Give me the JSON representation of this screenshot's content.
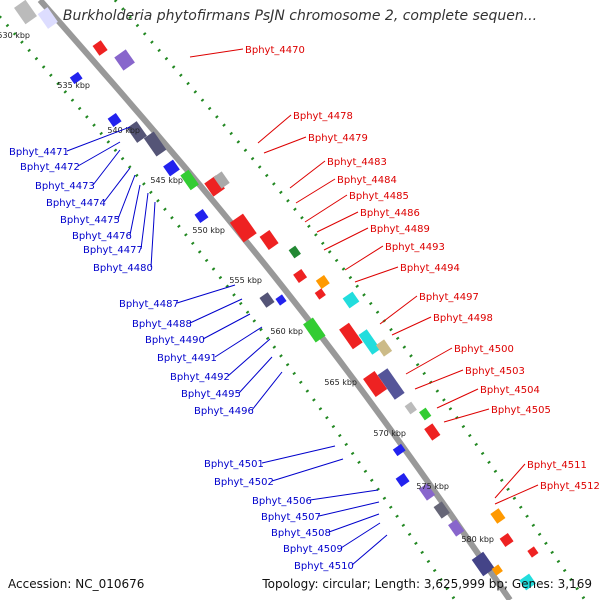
{
  "title": "Burkholderia phytofirmans PsJN chromosome 2, complete sequen...",
  "accession": "Accession: NC_010676",
  "summary": "Topology: circular; Length: 3,625,999 bp; Genes: 3,169",
  "ticks": [
    "530 kbp",
    "535 kbp",
    "540 kbp",
    "545 kbp",
    "550 kbp",
    "555 kbp",
    "560 kbp",
    "565 kbp",
    "570 kbp",
    "575 kbp",
    "580 kbp"
  ],
  "genes_forward": [
    "Bphyt_4470",
    "Bphyt_4478",
    "Bphyt_4479",
    "Bphyt_4483",
    "Bphyt_4484",
    "Bphyt_4485",
    "Bphyt_4486",
    "Bphyt_4489",
    "Bphyt_4493",
    "Bphyt_4494",
    "Bphyt_4497",
    "Bphyt_4498",
    "Bphyt_4500",
    "Bphyt_4503",
    "Bphyt_4504",
    "Bphyt_4505",
    "Bphyt_4511",
    "Bphyt_4512"
  ],
  "genes_reverse": [
    "Bphyt_4471",
    "Bphyt_4472",
    "Bphyt_4473",
    "Bphyt_4474",
    "Bphyt_4475",
    "Bphyt_4476",
    "Bphyt_4477",
    "Bphyt_4480",
    "Bphyt_4487",
    "Bphyt_4488",
    "Bphyt_4490",
    "Bphyt_4491",
    "Bphyt_4492",
    "Bphyt_4495",
    "Bphyt_4496",
    "Bphyt_4501",
    "Bphyt_4502",
    "Bphyt_4506",
    "Bphyt_4507",
    "Bphyt_4508",
    "Bphyt_4509",
    "Bphyt_4510"
  ],
  "colors": {
    "forward_label": "#dd0000",
    "reverse_label": "#0000cc",
    "dots": "#228822",
    "backbone": "#999999"
  }
}
